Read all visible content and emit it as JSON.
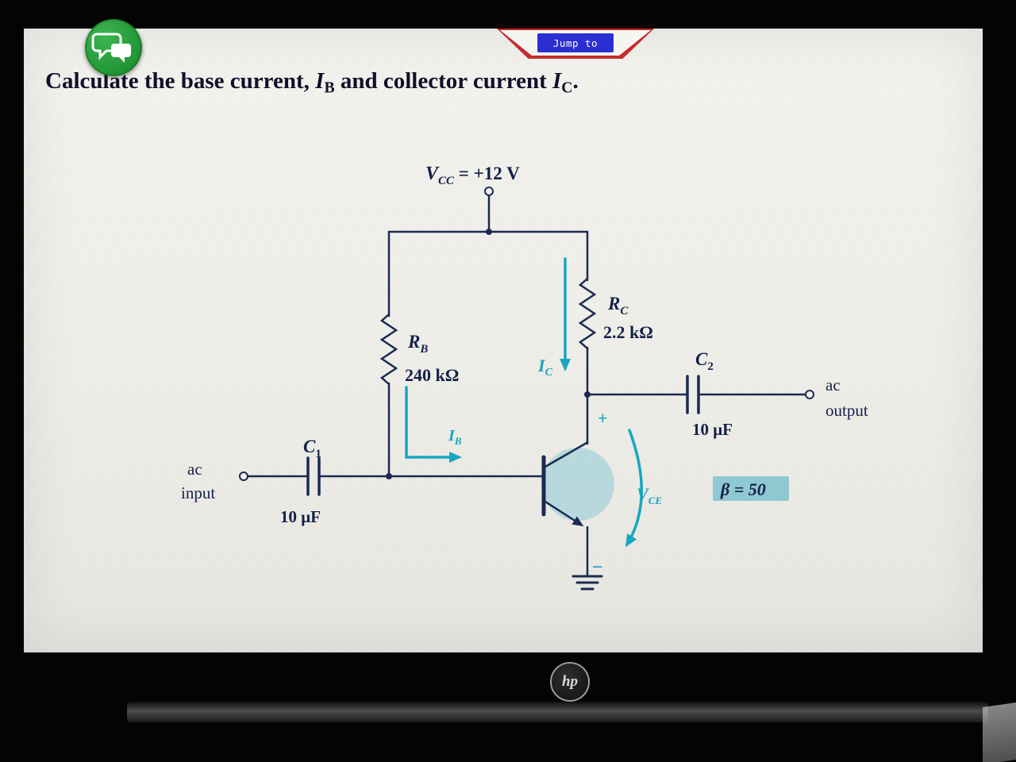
{
  "window": {
    "jump_to": "Jump to",
    "brand": "hp"
  },
  "title": {
    "part1": "Calculate the base current, ",
    "var1": "I",
    "sub1": "B",
    "part2": " and collector current ",
    "var2": "I",
    "sub2": "C",
    "part3": "."
  },
  "circuit": {
    "vcc": {
      "sym": "V",
      "sub": "CC",
      "value": " = +12 V"
    },
    "rb": {
      "sym": "R",
      "sub": "B",
      "value": "240 kΩ"
    },
    "rc": {
      "sym": "R",
      "sub": "C",
      "value": "2.2 kΩ"
    },
    "c1": {
      "sym": "C",
      "sub": "1",
      "value": "10 μF"
    },
    "c2": {
      "sym": "C",
      "sub": "2",
      "value": "10 μF"
    },
    "ic": {
      "sym": "I",
      "sub": "C"
    },
    "ib": {
      "sym": "I",
      "sub": "B"
    },
    "vce": {
      "sym": "V",
      "sub": "CE"
    },
    "beta": "β = 50",
    "plus": "+",
    "minus": "−",
    "ac_input": {
      "line1": "ac",
      "line2": "input"
    },
    "ac_output": {
      "line1": "ac",
      "line2": "output"
    }
  }
}
